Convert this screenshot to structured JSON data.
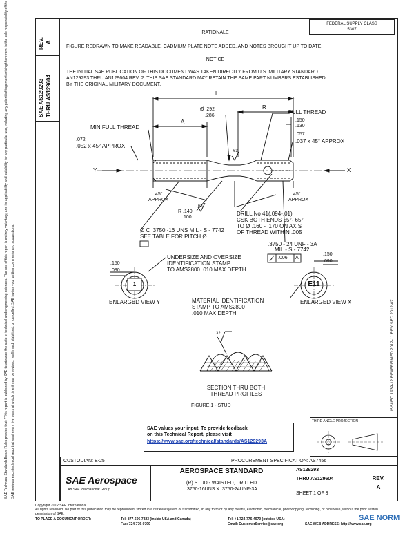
{
  "sidebar": {
    "rev_label": "REV.",
    "rev_value": "A",
    "doc_number_1": "SAE AS129293",
    "doc_number_2": "THRU AS129604",
    "legal_1": "SAE Technical Standards Board Rules provide that: \"This report is published by SAE to advance the state of technical and engineering sciences. The use of this report is entirely voluntary, and its applicability and suitability for any particular use, including any patent infringement arising therefrom, is the sole responsibility of the user.\"",
    "legal_2": "SAE reviews each technical report at least every five years at which time it may be revised, reaffirmed, stabilized, or cancelled. SAE invites your written comments and suggestions."
  },
  "header": {
    "fed_class_1": "FEDERAL SUPPLY CLASS",
    "fed_class_2": "5307",
    "rationale_title": "RATIONALE",
    "rationale_text": "FIGURE REDRAWN TO MAKE READABLE, CADMIUM PLATE NOTE ADDED, AND NOTES BROUGHT UP TO DATE.",
    "notice_title": "NOTICE",
    "notice_text_1": "THE INITIAL SAE PUBLICATION OF THIS DOCUMENT WAS TAKEN DIRECTLY FROM U.S. MILITARY STANDARD",
    "notice_text_2": "AN129293 THRU AN129604 REV. 2. THIS SAE STANDARD MAY RETAIN THE SAME PART NUMBERS ESTABLISHED",
    "notice_text_3": "BY THE ORIGINAL MILITARY DOCUMENT."
  },
  "drawing": {
    "dim_L": "L",
    "dim_R": "R",
    "dim_A": "A",
    "dia_292": "Ø .292",
    "dia_286": ".286",
    "full_thread": "FULL THREAD",
    "min_full_thread": "MIN FULL THREAD",
    "d150": ".150",
    "d130": ".130",
    "d057": ".057",
    "chamfer_right": ".037 x 45° APPROX",
    "d072": ".072",
    "chamfer_left": ".052 x 45° APPROX",
    "finish_63a": "63",
    "finish_63b": "63",
    "axis_y": "Y",
    "axis_x": "X",
    "angle_left_1": "45°",
    "angle_left_2": "APPROX",
    "angle_right_1": "45°",
    "angle_right_2": "APPROX",
    "radius_1": "R .140",
    "radius_2": ".100",
    "drill_1": "DRILL No 41(.094-.01)",
    "drill_2": "CSK BOTH ENDS 55°- 65°",
    "drill_3": "TO Ø .160 - .170 ON AXIS",
    "drill_4": "OF THREAD WITHIN .005",
    "thread_left_1": "Ø C .3750 -16 UNS MIL - S - 7742",
    "thread_left_2": "SEE TABLE FOR PITCH Ø",
    "thread_right_1": ".3750 - 24 UNF - 3A",
    "thread_right_2": "MIL - S - 7742",
    "fcf_tol": ".006",
    "fcf_datum": "A",
    "view_y_dim_1": ".150",
    "view_y_dim_2": ".090",
    "view_x_dim_1": ".150",
    "view_x_dim_2": ".090",
    "stamp_1": "UNDERSIZE AND OVERSIZE",
    "stamp_2": "IDENTIFICATION STAMP",
    "stamp_3": "TO AMS2800 .010 MAX DEPTH",
    "view_y_char": "1",
    "view_x_char": "E11",
    "mat_1": "MATERIAL IDENTIFICATION",
    "mat_2": "STAMP TO AMS2800",
    "mat_3": ".010 MAX DEPTH",
    "view_y_label": "ENLARGED VIEW Y",
    "view_x_label": "ENLARGED VIEW X",
    "section_finish": "32",
    "section_1": "SECTION THRU BOTH",
    "section_2": "THREAD PROFILES",
    "figure_caption": "FIGURE 1 - STUD",
    "side_stamp": "ISSUED 1939-12     REAFFIRMED 2012-11     REVISED 2012-07"
  },
  "feedback": {
    "line_1": "SAE values your input. To provide feedback",
    "line_2": "on this Technical Report, please visit",
    "url": "https://www.sae.org/technical/standards/AS129293A"
  },
  "projection": {
    "title": "THIRD ANGLE PROJECTION"
  },
  "title_block": {
    "custodian": "CUSTODIAN: E-25",
    "procurement": "PROCUREMENT SPECIFICATION: AS7456",
    "logo_text": "SAE Aerospace",
    "logo_sub": "An SAE International Group",
    "standard_title": "AEROSPACE STANDARD",
    "desc_1": "(R) STUD - WAISTED, DRILLED",
    "desc_2": ".3750-16UNS X .3750-24UNF-3A",
    "doc_1": "AS129293",
    "doc_2": "THRU AS129604",
    "sheet": "SHEET 1 OF 3",
    "rev_label": "REV.",
    "rev_value": "A"
  },
  "footer": {
    "copyright": "Copyright 2012 SAE International",
    "rights": "All rights reserved. No part of this publication may be reproduced, stored in a retrieval system or transmitted, in any form or by any means, electronic, mechanical, photocopying, recording, or otherwise, without the prior written permission of SAE.",
    "order_label": "TO PLACE A DOCUMENT ORDER:",
    "tel": "Tel: 877-606-7323 (inside USA and Canada)",
    "tel2": "Tel: +1 724-776-4970 (outside USA)",
    "fax": "Fax: 724-776-0790",
    "email": "Email: CustomerService@sae.org",
    "web": "SAE WEB ADDRESS: http://www.sae.org",
    "watermark": "SAE NORM"
  }
}
